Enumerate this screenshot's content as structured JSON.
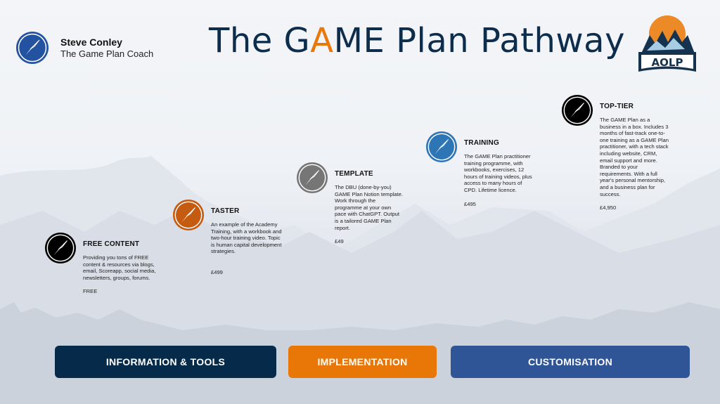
{
  "header": {
    "author_name": "Steve Conley",
    "author_subtitle": "The Game Plan Coach",
    "title_pre": "The G",
    "title_accent": "A",
    "title_post": "ME Plan Pathway",
    "logo_text": "AOLP"
  },
  "steps": [
    {
      "icon": "compass-icon",
      "icon_color": "#000000",
      "name": "FREE CONTENT",
      "description": "Providing you tons of FREE content & resources via blogs, email, Scoreapp, social media, newsletters, groups, forums.",
      "price": "FREE"
    },
    {
      "icon": "compass-icon",
      "icon_color": "#c55a11",
      "name": "TASTER",
      "description": "An example of the Academy Training, with a workbook and two-hour training video. Topic is human capital development strategies.",
      "price": "£499"
    },
    {
      "icon": "compass-icon",
      "icon_color": "#767676",
      "name": "TEMPLATE",
      "description": "The DBU (done-by-you) GAME Plan Notion template. Work through the programme at your own pace with ChatGPT. Output is a tailored GAME Plan report.",
      "price": "£49"
    },
    {
      "icon": "compass-icon",
      "icon_color": "#2e75b6",
      "name": "TRAINING",
      "description": "The GAME Plan practitioner training programme, with workbooks, exercises, 12 hours of training videos, plus access to many hours of CPD. Lifetime licence.",
      "price": "£495"
    },
    {
      "icon": "compass-icon",
      "icon_color": "#000000",
      "name": "TOP-TIER",
      "description": "The GAME Plan as a business in a box. Includes 3 months of fast-track one-to-one training as a GAME Plan practitioner, with a tech stack including website, CRM, email support and more. Branded to your requirements. With a full year's personal mentorship, and a business plan for success.",
      "price": "£4,950"
    }
  ],
  "categories": [
    {
      "label": "INFORMATION & TOOLS",
      "color": "#062b4a"
    },
    {
      "label": "IMPLEMENTATION",
      "color": "#e97708"
    },
    {
      "label": "CUSTOMISATION",
      "color": "#2f5597"
    }
  ]
}
